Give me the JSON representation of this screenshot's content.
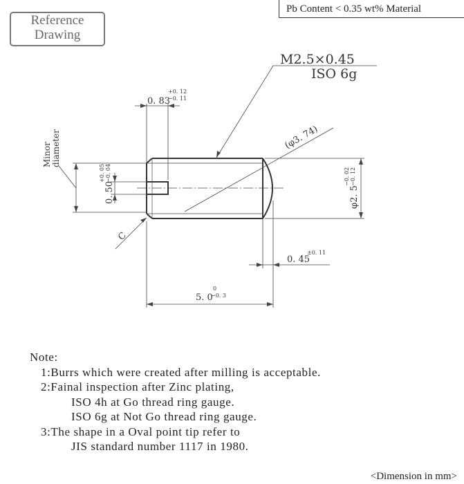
{
  "header": {
    "reference_label_line1": "Reference",
    "reference_label_line2": "Drawing",
    "material": "Pb Content < 0.35 wt% Material"
  },
  "drawing": {
    "thread_spec": "M2.5×0.45",
    "thread_class": "ISO 6g",
    "slot_width": {
      "nominal": "0. 83",
      "upper": "+0. 12",
      "lower": "−0. 11"
    },
    "slot_depth": {
      "nominal": "0. 50",
      "upper": "+0. 05",
      "lower": "−0. 04"
    },
    "minor_diameter_label": [
      "Minor",
      "diameter"
    ],
    "point_diameter": "(φ3. 74)",
    "major_diameter": {
      "nominal": "φ2. 5",
      "upper": "−0. 02",
      "lower": "−0. 12"
    },
    "chamfer": "C",
    "point_length": {
      "nominal": "0. 45",
      "tol": "±0. 11"
    },
    "length": {
      "nominal": "5. 0",
      "upper": "0",
      "lower": "−0. 3"
    }
  },
  "notes": {
    "title": "Note:",
    "items": [
      "1:Burrs which were created after milling is acceptable.",
      "2:Fainal inspection after Zinc plating,",
      "ISO 4h at Go thread ring gauge.",
      "ISO 6g at Not Go thread ring gauge.",
      "3:The shape in a Oval point tip refer to",
      "JIS standard number 1117 in 1980."
    ]
  },
  "footer": {
    "units": "<Dimension in mm>"
  }
}
